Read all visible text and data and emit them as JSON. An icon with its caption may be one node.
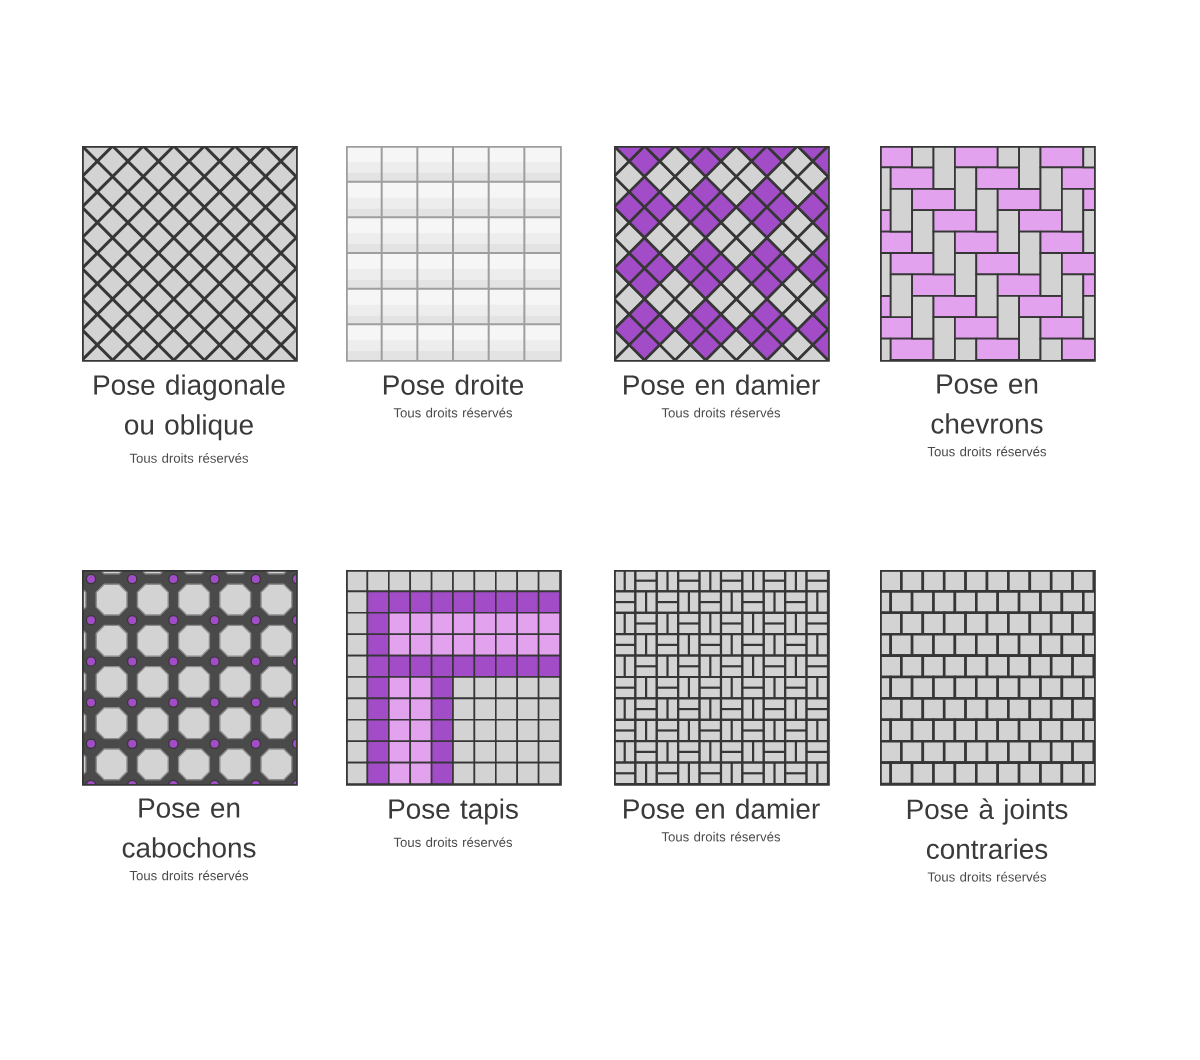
{
  "diagram": {
    "nodes": [
      {
        "text": [],
        "shape": "picture",
        "beside": [
          "Pose diagonale ou oblique",
          "Tous droits réservés"
        ]
      },
      {
        "text": [],
        "shape": "picture",
        "beside": [
          "Pose droite",
          "Tous droits réservés"
        ]
      },
      {
        "text": [],
        "shape": "picture",
        "beside": [
          "Pose en damier",
          "Tous droits réservés"
        ]
      },
      {
        "text": [],
        "shape": "picture",
        "beside": [
          "Pose en chevrons",
          "Tous droits réservés"
        ]
      },
      {
        "text": [],
        "shape": "picture",
        "beside": [
          "Pose en cabochons",
          "Tous droits réservés"
        ]
      },
      {
        "text": [],
        "shape": "picture",
        "beside": [
          "Pose tapis",
          "Tous droits réservés"
        ]
      },
      {
        "text": [],
        "shape": "picture",
        "beside": [
          "Pose en damier",
          "Tous droits réservés"
        ]
      },
      {
        "text": [],
        "shape": "picture",
        "beside": [
          "Pose à joints contraries",
          "Tous droits réservés"
        ]
      }
    ]
  }
}
